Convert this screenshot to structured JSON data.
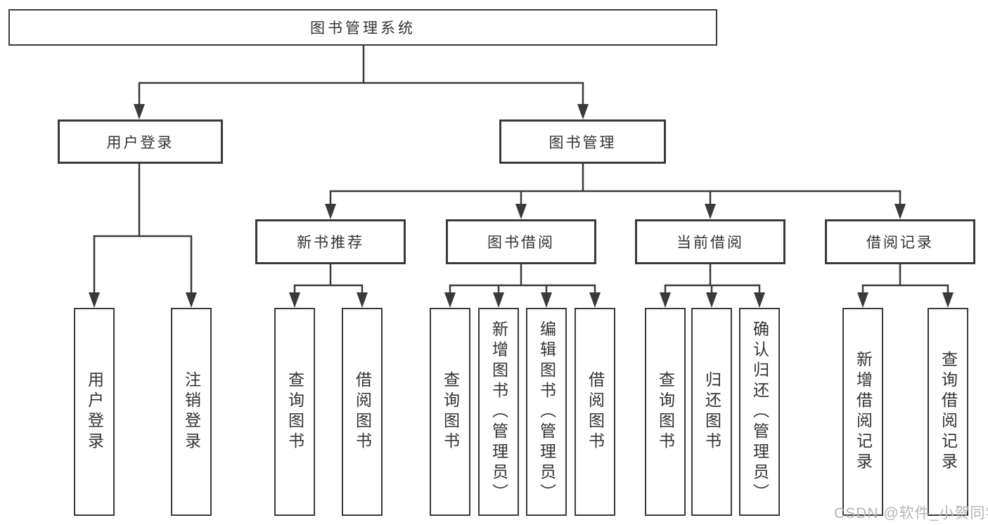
{
  "watermark": "CSDN @软件_小贺同学",
  "tree": {
    "root": {
      "label": "图书管理系统"
    },
    "branches": [
      {
        "label": "用户登录",
        "leaves": [
          {
            "label": "用户登录"
          },
          {
            "label": "注销登录"
          }
        ]
      },
      {
        "label": "图书管理",
        "groups": [
          {
            "label": "新书推荐",
            "leaves": [
              {
                "label": "查询图书"
              },
              {
                "label": "借阅图书"
              }
            ]
          },
          {
            "label": "图书借阅",
            "leaves": [
              {
                "label": "查询图书"
              },
              {
                "label": "新增图书（管理员）"
              },
              {
                "label": "编辑图书（管理员）"
              },
              {
                "label": "借阅图书"
              }
            ]
          },
          {
            "label": "当前借阅",
            "leaves": [
              {
                "label": "查询图书"
              },
              {
                "label": "归还图书"
              },
              {
                "label": "确认归还（管理员）"
              }
            ]
          },
          {
            "label": "借阅记录",
            "leaves": [
              {
                "label": "新增借阅记录"
              },
              {
                "label": "查询借阅记录"
              }
            ]
          }
        ]
      }
    ]
  }
}
